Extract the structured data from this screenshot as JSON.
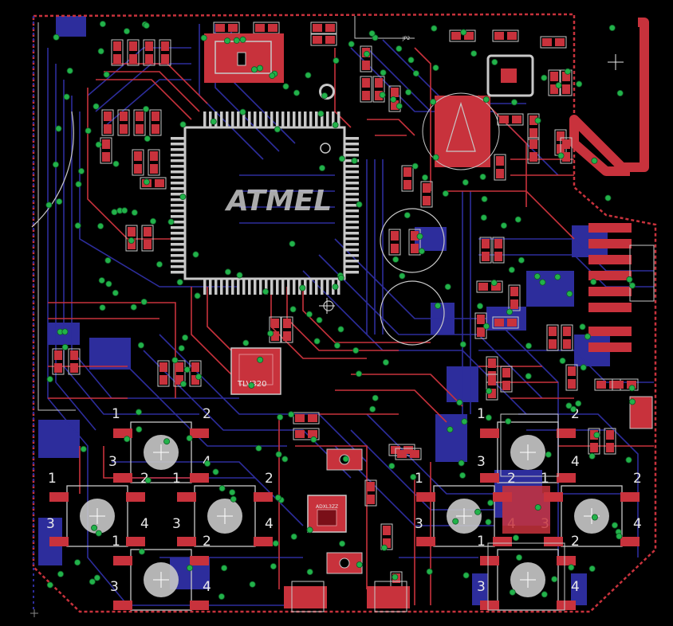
{
  "board": {
    "title": "",
    "colors": {
      "background": "#000000",
      "top_copper": "#c8323c",
      "bottom_copper": "#2d2d9c",
      "via": "#22b24a",
      "silkscreen": "#e8e8e8",
      "pad_gray": "#c8c8c8",
      "outline": "#c8323c"
    },
    "chip_labels": {
      "codec": "TLV320",
      "accelerometer": "ADXL3ZZ",
      "tiny_mark": "JP2"
    },
    "logo_text": "ATMEL",
    "pin_numbers": {
      "a": "1",
      "b": "2",
      "c": "3",
      "d": "4"
    }
  }
}
